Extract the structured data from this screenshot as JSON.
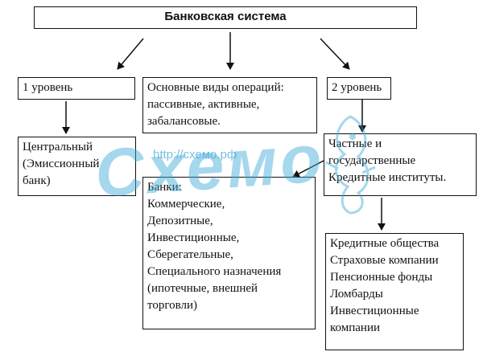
{
  "diagram": {
    "title": "Банковская система",
    "level1": {
      "label": "1 уровень"
    },
    "operations": {
      "lines": [
        "Основные виды операций:",
        "пассивные, активные,",
        "забалансовые."
      ]
    },
    "level2": {
      "label": "2 уровень"
    },
    "central_bank": {
      "lines": [
        "Центральный",
        "(Эмиссионный",
        "банк)"
      ]
    },
    "private_institutions": {
      "lines": [
        "Частные и",
        "государственные",
        "Кредитные институты."
      ]
    },
    "banks": {
      "lines": [
        "Банки:",
        "Коммерческие,",
        "Депозитные,",
        "Инвестиционные,",
        "Сберегательные,",
        "Специального назначения",
        "(ипотечные, внешней",
        "торговли)"
      ]
    },
    "credit_orgs": {
      "lines": [
        "Кредитные общества",
        "Страховые компании",
        "Пенсионные фонды",
        "Ломбарды",
        "Инвестиционные",
        "компании"
      ]
    }
  },
  "watermark": {
    "brand": "Схемо",
    "url": "http://схемо.рф",
    "color": "#3aa8d8"
  }
}
